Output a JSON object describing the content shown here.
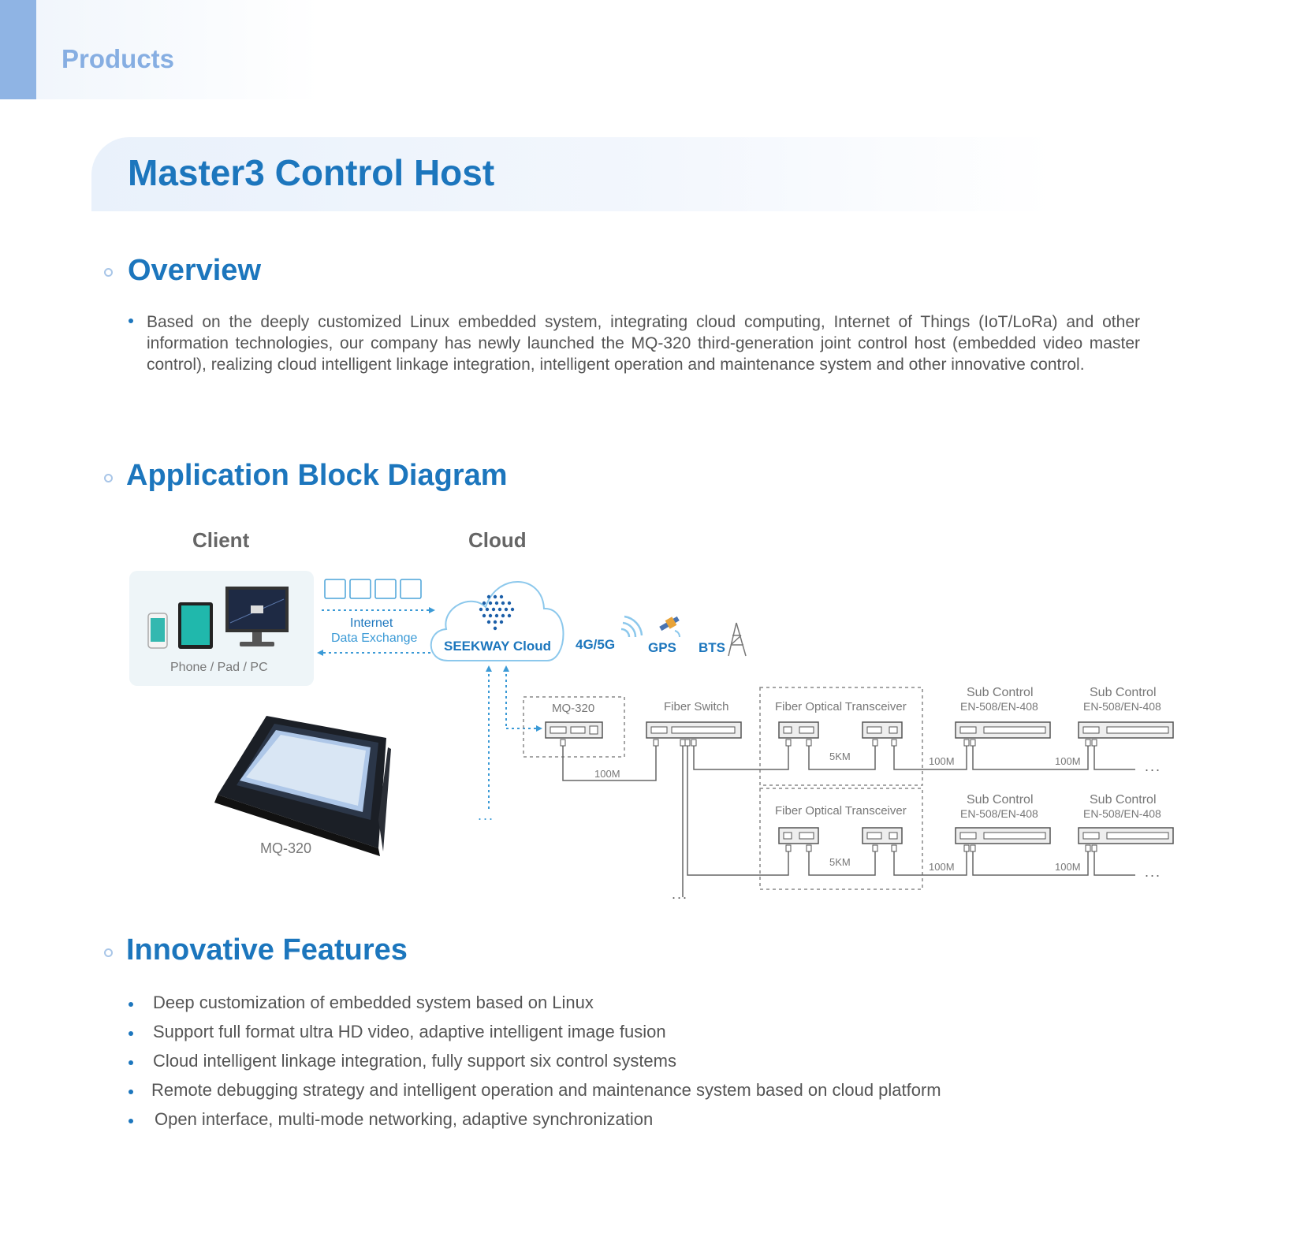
{
  "header": {
    "section": "Products"
  },
  "page_title": "Master3 Control Host",
  "overview": {
    "heading": "Overview",
    "text": "Based on the deeply customized Linux embedded system, integrating cloud computing, Internet of Things (IoT/LoRa) and other information technologies, our company has newly launched the MQ-320 third-generation joint control host (embedded video master control), realizing cloud intelligent linkage integration, intelligent operation and maintenance system and other innovative control."
  },
  "diagram": {
    "heading": "Application Block Diagram",
    "client_label": "Client",
    "cloud_label": "Cloud",
    "devices_label": "Phone / Pad / PC",
    "internet_line1": "Internet",
    "internet_line2": "Data Exchange",
    "cloud_name": "SEEKWAY Cloud",
    "net_4g": "4G/5G",
    "net_gps": "GPS",
    "net_bts": "BTS",
    "host_label": "MQ-320",
    "mq_box_label": "MQ-320",
    "fiber_switch": "Fiber Switch",
    "fiber_transceiver": "Fiber Optical Transceiver",
    "sub_control": "Sub Control",
    "sub_control_model": "EN-508/EN-408",
    "link_100m": "100M",
    "link_5km": "5KM",
    "ellipsis": "..."
  },
  "features": {
    "heading": "Innovative Features",
    "items": [
      "Deep customization of embedded system based on Linux",
      "Support full format ultra HD video, adaptive intelligent image fusion",
      "Cloud intelligent linkage integration, fully support six control systems",
      "Remote debugging strategy and intelligent operation and maintenance system based on cloud platform",
      "Open interface, multi-mode networking, adaptive synchronization"
    ]
  }
}
